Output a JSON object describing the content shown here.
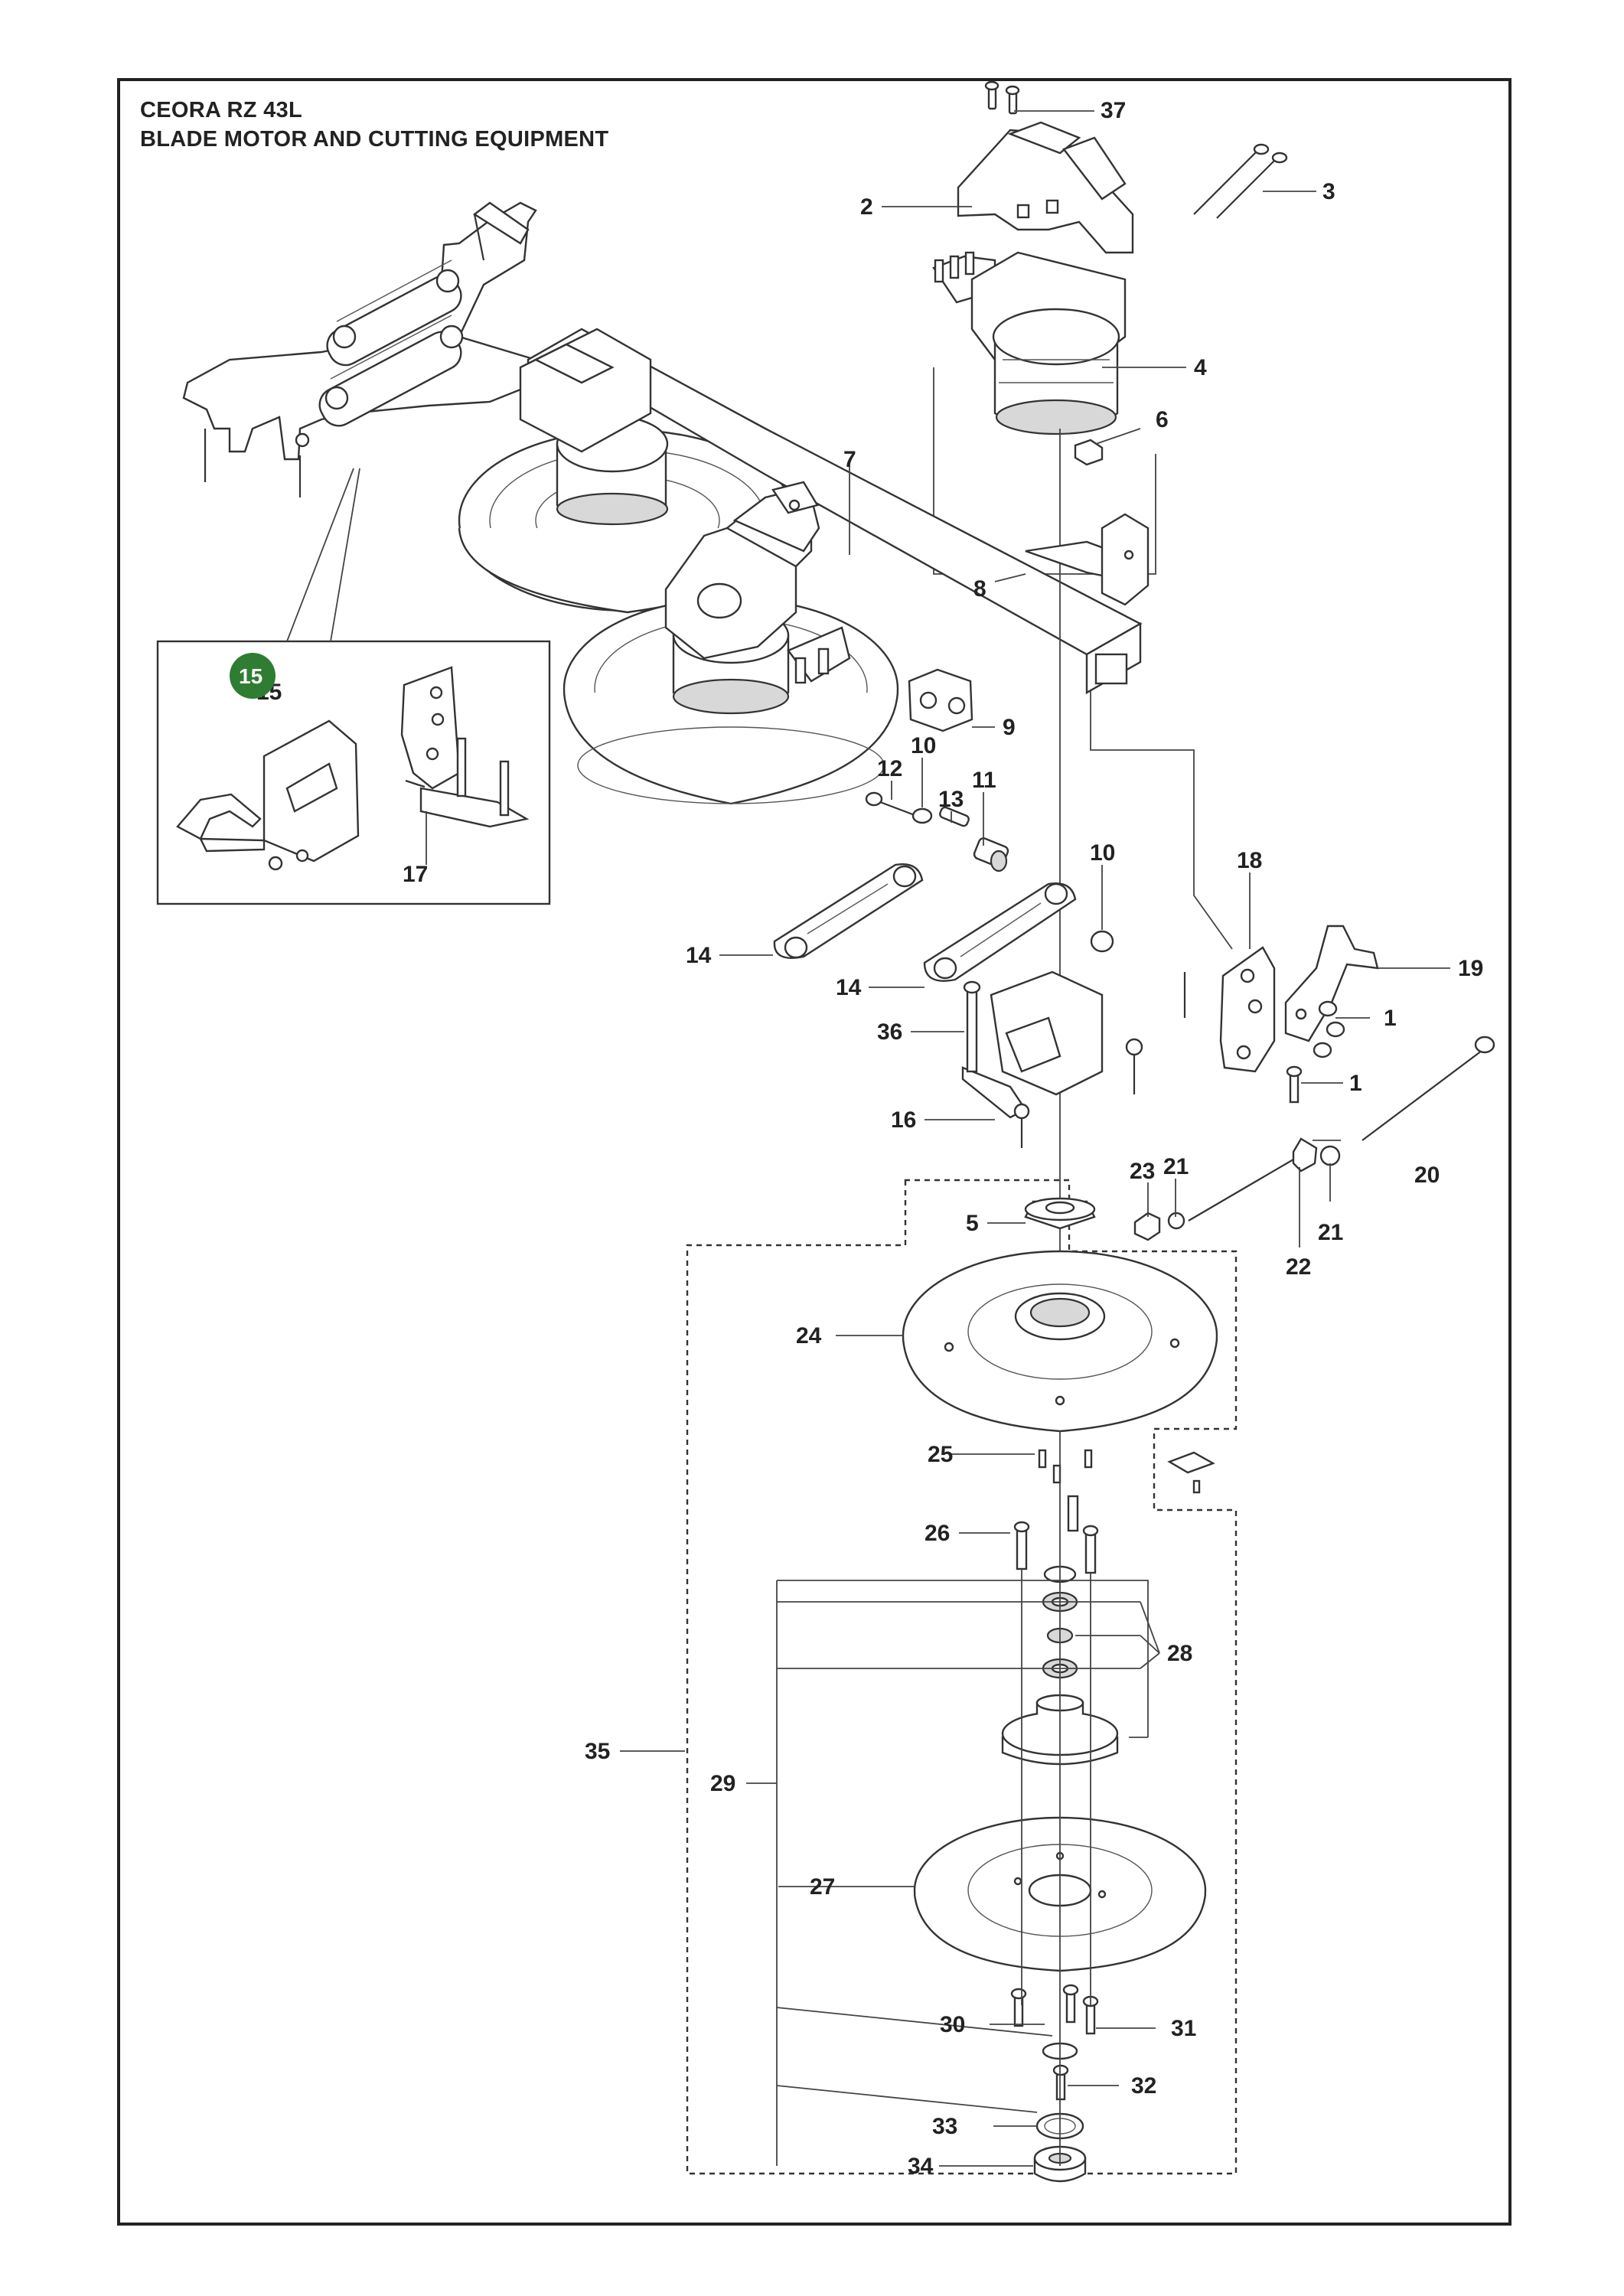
{
  "header": {
    "model": "CEORA RZ 43L",
    "section": "BLADE MOTOR AND CUTTING EQUIPMENT"
  },
  "badge": {
    "number": "15",
    "color": "#2e7d32"
  },
  "labels": {
    "p1a": "1",
    "p1b": "1",
    "p2": "2",
    "p3": "3",
    "p4": "4",
    "p5": "5",
    "p6": "6",
    "p7": "7",
    "p8": "8",
    "p9": "9",
    "p10a": "10",
    "p10b": "10",
    "p11": "11",
    "p12": "12",
    "p13": "13",
    "p14a": "14",
    "p14b": "14",
    "p15": "15",
    "p16": "16",
    "p17": "17",
    "p18": "18",
    "p19": "19",
    "p20": "20",
    "p21a": "21",
    "p21b": "21",
    "p22": "22",
    "p23": "23",
    "p24": "24",
    "p25": "25",
    "p26": "26",
    "p27": "27",
    "p28": "28",
    "p29": "29",
    "p30": "30",
    "p31": "31",
    "p32": "32",
    "p33": "33",
    "p34": "34",
    "p35": "35",
    "p36": "36",
    "p37": "37"
  }
}
